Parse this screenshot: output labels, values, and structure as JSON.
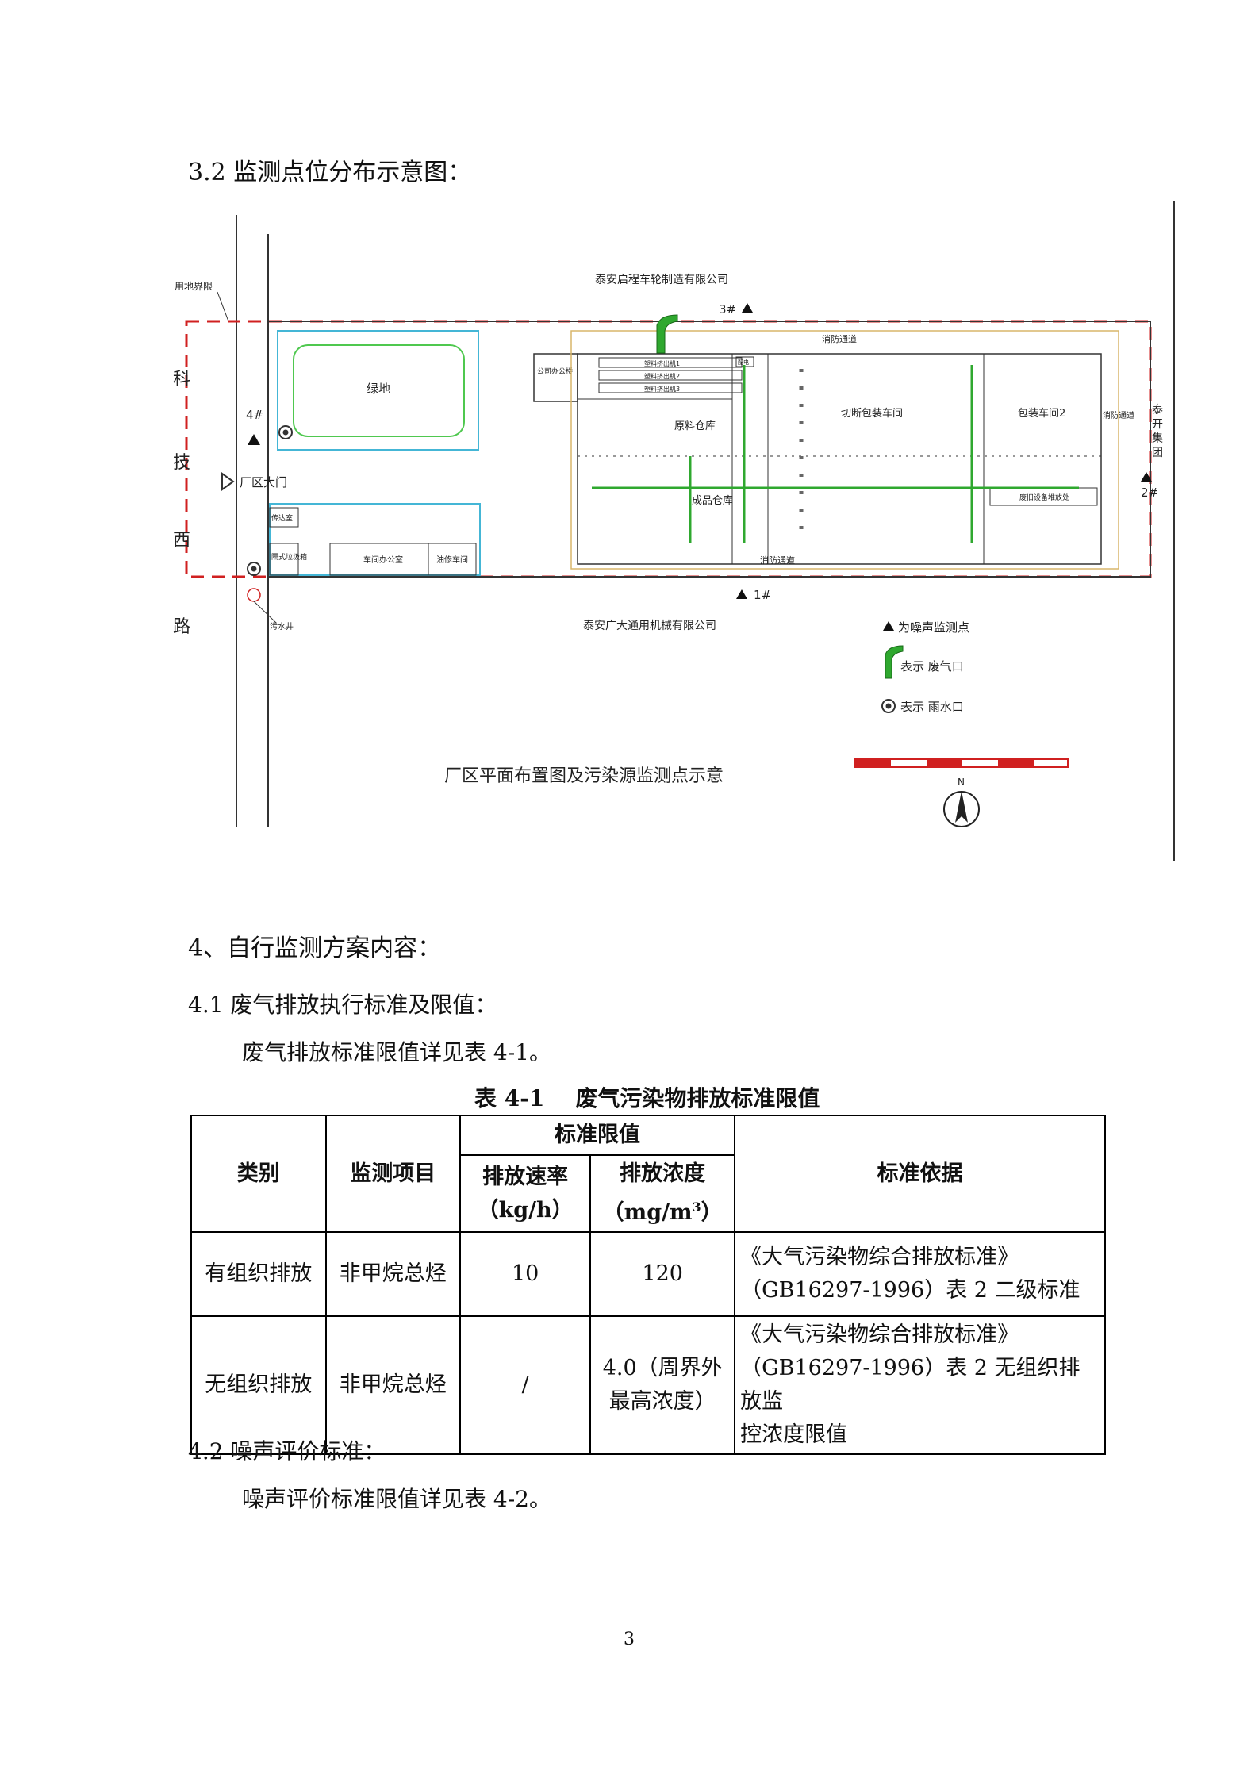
{
  "section_3_2": "3.2  监测点位分布示意图：",
  "map": {
    "north_company": "泰安启程车轮制造有限公司",
    "south_company": "泰安广大通用机械有限公司",
    "boundary_label": "用地界限",
    "road_name": [
      "科",
      "技",
      "西",
      "路"
    ],
    "east_company": [
      "泰",
      "开",
      "集",
      "团"
    ],
    "gate_label": "厂区大门",
    "green_label": "绿地",
    "office_label": "公司办公楼",
    "furnace_1": "塑料挤出机1",
    "furnace_2": "塑料挤出机2",
    "furnace_3": "塑料挤出机3",
    "raw_warehouse": "原料仓库",
    "product_warehouse": "成品仓库",
    "cutting_workshop": "切断包装车间",
    "packing_workshop": "包装车间2",
    "equipment_area": "废旧设备堆放处",
    "fire_lane_top": "消防通道",
    "fire_lane_bottom": "消防通道",
    "fire_lane_right": "消防通道",
    "guard_room": "传达室",
    "dorm_label": "隔式垃圾箱",
    "workshop_office": "车间办公室",
    "mech_room": "油修车间",
    "toilet_label": "配电",
    "well_label": "污水井",
    "point_1": "1#",
    "point_2": "2#",
    "point_3": "3#",
    "point_4": "4#",
    "legend_noise": "为噪声监测点",
    "legend_gas": "表示 废气口",
    "legend_rain": "表示 雨水口",
    "map_title": "厂区平面布置图及污染源监测点示意",
    "north": "N"
  },
  "section_4": "4、自行监测方案内容：",
  "section_4_1": "4.1 废气排放执行标准及限值：",
  "para_4_1": "废气排放标准限值详见表 4-1。",
  "table_caption": "表 4-1    废气污染物排放标准限值",
  "table": {
    "h_category": "类别",
    "h_item": "监测项目",
    "h_limit": "标准限值",
    "h_rate": "排放速率",
    "h_rate_unit": "（kg/h）",
    "h_conc": "排放浓度",
    "h_conc_unit": "（mg/m",
    "h_conc_sup": "3",
    "h_conc_close": "）",
    "h_basis": "标准依据",
    "rows": [
      {
        "category": "有组织排放",
        "item": "非甲烷总烃",
        "rate": "10",
        "conc": "120",
        "basis_1": "《大气污染物综合排放标准》",
        "basis_2": "（GB16297-1996）表 2 二级标准",
        "basis_3": ""
      },
      {
        "category": "无组织排放",
        "item": "非甲烷总烃",
        "rate": "/",
        "conc_1": "4.0（周界外",
        "conc_2": "最高浓度）",
        "basis_1": "《大气污染物综合排放标准》",
        "basis_2": "（GB16297-1996）表 2 无组织排放监",
        "basis_3": "控浓度限值"
      }
    ]
  },
  "section_4_2": "4.2  噪声评价标准：",
  "para_4_2": "噪声评价标准限值详见表 4-2。",
  "page_number": "3"
}
